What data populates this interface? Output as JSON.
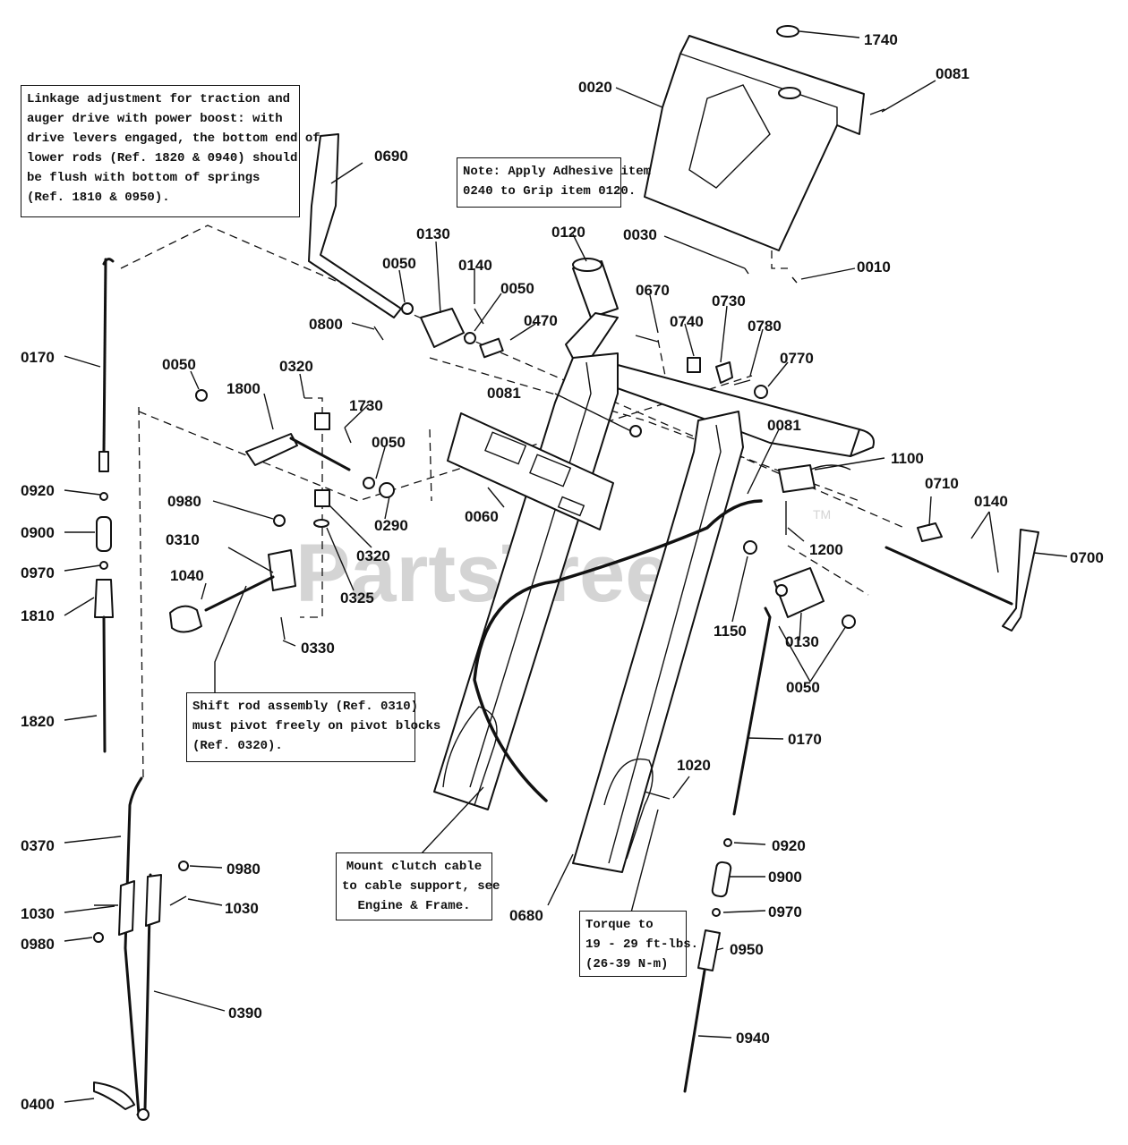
{
  "watermark": {
    "text": "PartsTree",
    "tm": "TM"
  },
  "notes": [
    {
      "id": "linkage-note",
      "lines": [
        "Linkage adjustment for traction and",
        "auger drive with power boost: with",
        "drive levers engaged, the bottom end of",
        "lower rods (Ref. 1820 & 0940) should",
        "be flush with bottom of springs",
        "(Ref. 1810 & 0950)."
      ]
    },
    {
      "id": "adhesive-note",
      "lines": [
        "Note: Apply Adhesive item",
        "0240 to Grip item 0120."
      ]
    },
    {
      "id": "shift-rod-note",
      "lines": [
        "Shift rod assembly (Ref. 0310)",
        "must pivot freely on pivot blocks",
        "(Ref. 0320)."
      ]
    },
    {
      "id": "clutch-cable-note",
      "lines": [
        "Mount clutch cable",
        "to cable support, see",
        "Engine & Frame."
      ]
    },
    {
      "id": "torque-note",
      "lines": [
        "Torque to",
        "19 - 29 ft-lbs.",
        "(26-39 N-m)"
      ]
    }
  ],
  "part_labels": [
    "1740",
    "0081",
    "0020",
    "0690",
    "0120",
    "0030",
    "0010",
    "0130",
    "0050",
    "0140",
    "0050",
    "0470",
    "0670",
    "0730",
    "0740",
    "0780",
    "0800",
    "0170",
    "0050",
    "0320",
    "1800",
    "1730",
    "0770",
    "0081",
    "0081",
    "0050",
    "0060",
    "1100",
    "0920",
    "0980",
    "0290",
    "0710",
    "0140",
    "0900",
    "0310",
    "0320",
    "1200",
    "0700",
    "0970",
    "1040",
    "0325",
    "1810",
    "0330",
    "1150",
    "0130",
    "0050",
    "1820",
    "0170",
    "1020",
    "0920",
    "0370",
    "0980",
    "0900",
    "1030",
    "1030",
    "0970",
    "0980",
    "0680",
    "0950",
    "0390",
    "0940",
    "0400"
  ]
}
